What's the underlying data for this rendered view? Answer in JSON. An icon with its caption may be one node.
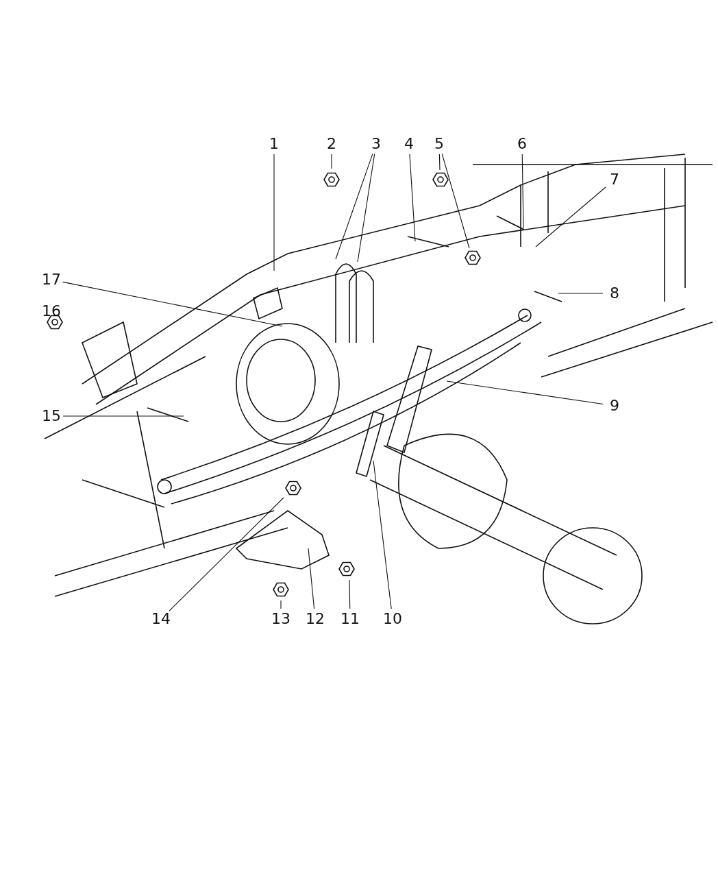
{
  "diagram": {
    "nodes": [
      {
        "text": [
          "1"
        ]
      },
      {
        "text": [
          "2"
        ]
      },
      {
        "text": [
          "3"
        ]
      },
      {
        "text": [
          "4"
        ]
      },
      {
        "text": [
          "5"
        ]
      },
      {
        "text": [
          "6"
        ]
      },
      {
        "text": [
          "7"
        ]
      },
      {
        "text": [
          "8"
        ]
      },
      {
        "text": [
          "9"
        ]
      },
      {
        "text": [
          "10"
        ]
      },
      {
        "text": [
          "11"
        ]
      },
      {
        "text": [
          "12"
        ]
      },
      {
        "text": [
          "13"
        ]
      },
      {
        "text": [
          "14"
        ]
      },
      {
        "text": [
          "15"
        ]
      },
      {
        "text": [
          "17"
        ]
      }
    ],
    "edges": [
      {
        "from": 0,
        "to": null,
        "arrow": "none"
      },
      {
        "from": 1,
        "to": null,
        "arrow": "none"
      },
      {
        "from": 2,
        "to": null,
        "arrow": "none"
      },
      {
        "from": 2,
        "to": null,
        "arrow": "none"
      },
      {
        "from": 3,
        "to": null,
        "arrow": "none"
      },
      {
        "from": 4,
        "to": null,
        "arrow": "none"
      },
      {
        "from": 4,
        "to": null,
        "arrow": "none"
      },
      {
        "from": 5,
        "to": null,
        "arrow": "none"
      },
      {
        "from": 6,
        "to": null,
        "arrow": "none"
      },
      {
        "from": 7,
        "to": null,
        "arrow": "none"
      },
      {
        "from": 8,
        "to": null,
        "arrow": "none"
      },
      {
        "from": 9,
        "to": null,
        "arrow": "none"
      },
      {
        "from": 10,
        "to": null,
        "arrow": "none"
      },
      {
        "from": 11,
        "to": null,
        "arrow": "none"
      },
      {
        "from": 12,
        "to": null,
        "arrow": "none"
      },
      {
        "from": 13,
        "to": null,
        "arrow": "none"
      },
      {
        "from": 14,
        "to": null,
        "arrow": "none"
      },
      {
        "from": 15,
        "to": null,
        "arrow": "none"
      }
    ],
    "labels": [
      "16"
    ]
  }
}
